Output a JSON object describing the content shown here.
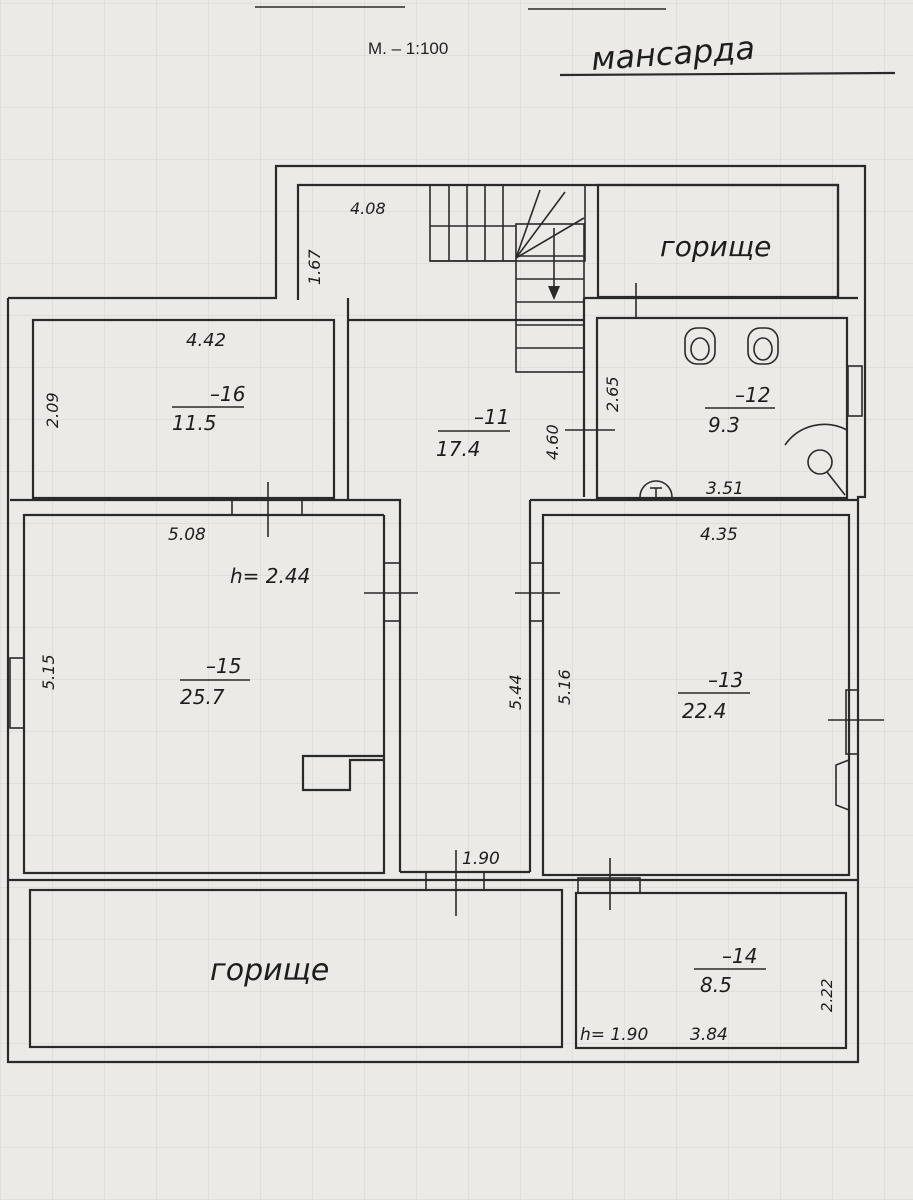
{
  "header": {
    "scale": "М. – 1:100",
    "floor_name": "мансарда"
  },
  "rooms": {
    "stair_hall": {
      "dim_w": "4.08",
      "dim_h": "1.67"
    },
    "attic_top": {
      "label": "горище"
    },
    "room_16": {
      "number": "–16",
      "area": "11.5",
      "dim_w": "4.42",
      "dim_h": "2.09"
    },
    "room_11": {
      "number": "–11",
      "area": "17.4",
      "dim_h": "4.60"
    },
    "room_12": {
      "number": "–12",
      "area": "9.3",
      "dim_h": "2.65",
      "dim_w": "3.51"
    },
    "room_15": {
      "number": "–15",
      "area": "25.7",
      "dim_w": "5.08",
      "dim_h": "5.15",
      "height": "h= 2.44"
    },
    "corridor": {
      "dim_h": "5.44",
      "dim_w": "1.90"
    },
    "room_13": {
      "number": "–13",
      "area": "22.4",
      "dim_w": "4.35",
      "dim_h": "5.16"
    },
    "attic_bottom": {
      "label": "горище"
    },
    "room_14": {
      "number": "–14",
      "area": "8.5",
      "dim_w": "3.84",
      "dim_h": "2.22",
      "height": "h= 1.90"
    }
  }
}
